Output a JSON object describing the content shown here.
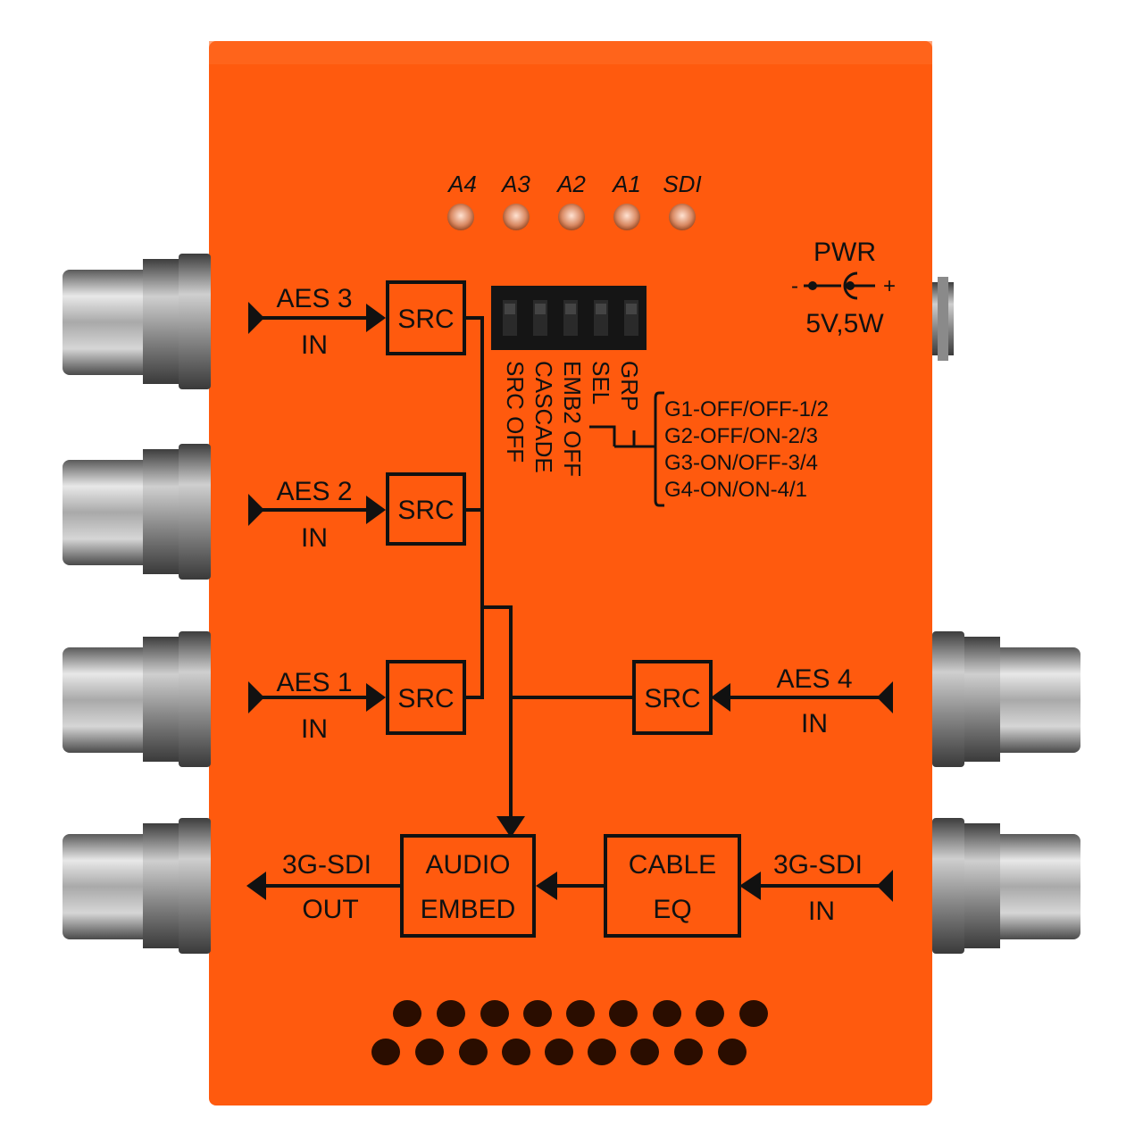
{
  "device": {
    "body_color": "#ff5a0e",
    "line_color": "#111111"
  },
  "leds": [
    "A4",
    "A3",
    "A2",
    "A1",
    "SDI"
  ],
  "power": {
    "label": "PWR",
    "minus": "-",
    "plus": "+",
    "rating": "5V,5W"
  },
  "dip_switch": {
    "labels": [
      "GRP",
      "SEL",
      "EMB2 OFF",
      "CASCADE",
      "SRC OFF"
    ],
    "group_options": [
      "G1-OFF/OFF-1/2",
      "G2-OFF/ON-2/3",
      "G3-ON/OFF-3/4",
      "G4-ON/ON-4/1"
    ]
  },
  "inputs": {
    "aes3": {
      "label": "AES 3",
      "sub": "IN"
    },
    "aes2": {
      "label": "AES 2",
      "sub": "IN"
    },
    "aes1": {
      "label": "AES 1",
      "sub": "IN"
    },
    "aes4": {
      "label": "AES 4",
      "sub": "IN"
    },
    "sdi_in": {
      "label": "3G-SDI",
      "sub": "IN"
    }
  },
  "output": {
    "label": "3G-SDI",
    "sub": "OUT"
  },
  "blocks": {
    "src": "SRC",
    "audio_embed": [
      "AUDIO",
      "EMBED"
    ],
    "cable_eq": [
      "CABLE",
      "EQ"
    ]
  }
}
